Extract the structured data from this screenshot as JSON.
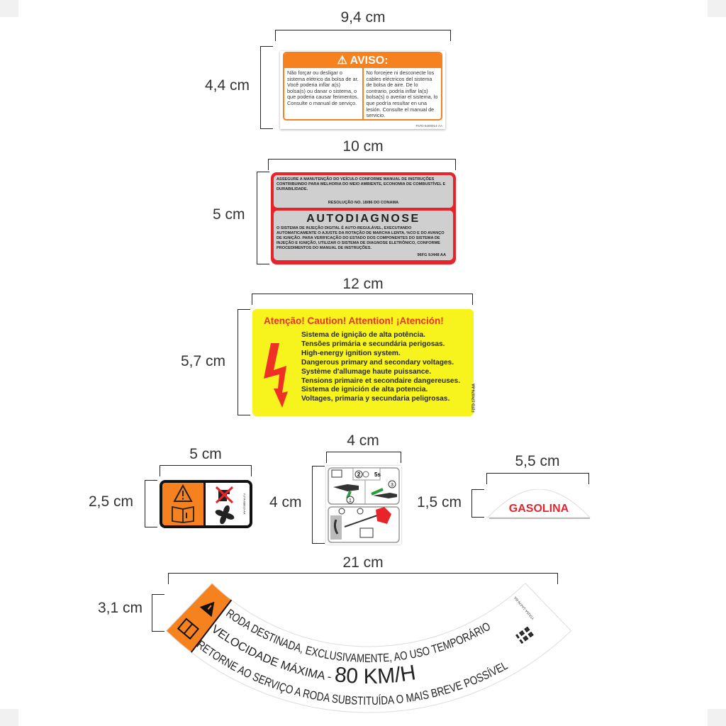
{
  "dimensions": {
    "aviso": {
      "width": "9,4 cm",
      "height": "4,4 cm"
    },
    "autodiagnose": {
      "width": "10 cm",
      "height": "5 cm"
    },
    "ignition": {
      "width": "12 cm",
      "height": "5,7 cm"
    },
    "fan": {
      "width": "5 cm",
      "height": "2,5 cm"
    },
    "fuel": {
      "width": "4 cm",
      "height": "4 cm"
    },
    "gasolina": {
      "width": "5,5 cm",
      "height": "1,5 cm"
    },
    "spare_wheel": {
      "width": "21 cm",
      "height": "3,1 cm"
    }
  },
  "aviso": {
    "title": "⚠ AVISO:",
    "col_pt": "Não forçar ou desligar o sistema elétrico da bolsa de ar.  Você poderia inflar a(s) bolsa(s) ou danar o sistema, o que poderia causar ferimentos.  Consulte o manual de serviço.",
    "col_es": "No forcejee ni desconecte los cables eléctricos del sistema de bolsa de aire. De lo contrario, podría inflar la(s) bolsa(s) o averiar el sistema, lo que podría resultar en una lesión. Consulte el manual de servicio.",
    "code": "F57D-5400014-AA"
  },
  "autodiagnose": {
    "top_text": "ASSEGURE A MANUTENÇÃO DO VEÍCULO CONFORME MANUAL DE INSTRUÇÕES CONTRIBUINDO PARA MELHORIA DO MEIO AMBIENTE, ECONOMIA DE COMBUSTÍVEL E DURABILIDADE.",
    "resolution": "RESOLUÇÃO NO.  18/86 DO CONAMA",
    "title": "AUTODIAGNOSE",
    "body": "O SISTEMA DE INJEÇÃO DIGITAL É AUTO-REGULÁVEL, EXECUTANDO AUTOMATICAMENTE O AJUSTE DA ROTAÇÃO DE MARCHA LENTA,  %CO E DO AVANÇO DE IGNIÇÃO. PARA VERIFICAÇÃO DO ESTADO DOS COMPONENTES DO SISTEMA DE INJEÇÃO E IGNIÇÃO, UTILIZAR O SISTEMA DE DIAGNOSE ELETRÔNICO, CONFORME PROCEDIMENTOS DO MANUAL DE INSTRUÇÕES.",
    "code": "96FG 9J448 AA"
  },
  "ignition": {
    "title": "Atenção! Caution! Attention! ¡Atención!",
    "lines": [
      "Sistema de ignição de alta potência.",
      "Tensões primária e secundária perigosas.",
      "High-energy ignition system.",
      "Dangerous primary and secondary voltages.",
      "Système d'allumage haute puissance.",
      "Tensions primaire et secondaire dangereuses.",
      "Sistema de ignición de alta potencia.",
      "Voltages, primaria y secundaria peligrosas."
    ],
    "code": "F2TD-17K076-AA"
  },
  "fan": {
    "code": "YU7A-8B633-AA"
  },
  "fuel": {
    "step2": "2",
    "step3": "3",
    "step1": "1",
    "seconds": "5s"
  },
  "gasolina": {
    "text": "GASOLINA"
  },
  "spare_wheel": {
    "line1": "RODA DESTINADA, EXCLUSIVAMENTE, AO USO TEMPORÁRIO",
    "line2a": "VELOCIDADE MÁXIMA - ",
    "line2b": "80 KM/H",
    "line3": "RETORNE AO SERVIÇO A RODA SUBSTITUÍDA O MAIS BREVE POSSÍVEL",
    "code": "YDU5A-1A479-BA"
  },
  "colors": {
    "orange": "#f5821f",
    "red": "#e8242a",
    "yellow": "#f7f31c"
  }
}
